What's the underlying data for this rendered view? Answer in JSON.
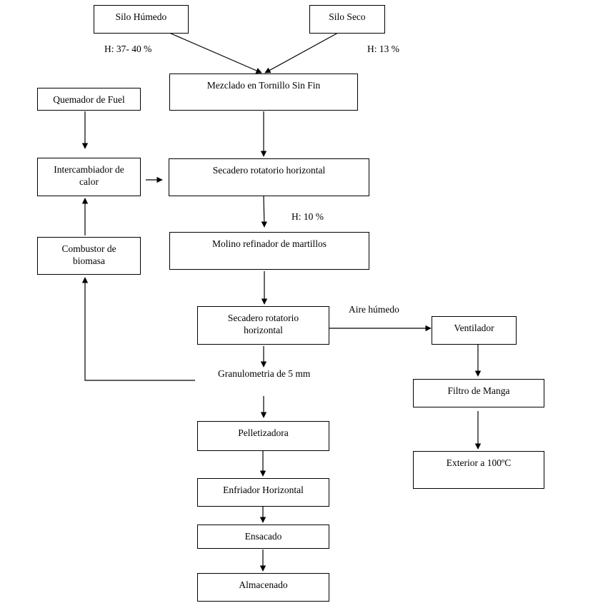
{
  "nodes": {
    "silo_humedo": "Silo Húmedo",
    "silo_seco": "Silo Seco",
    "mezclado": "Mezclado en Tornillo Sin Fin",
    "quemador": "Quemador de Fuel",
    "intercambiador": "Intercambiador de calor",
    "secadero1": "Secadero rotatorio horizontal",
    "combustor": "Combustor de biomasa",
    "molino": "Molino refinador de martillos",
    "secadero2": "Secadero rotatorio horizontal",
    "ventilador": "Ventilador",
    "filtro": "Filtro de Manga",
    "exterior": "Exterior a 100ºC",
    "pelletizadora": "Pelletizadora",
    "enfriador": "Enfriador Horizontal",
    "ensacado": "Ensacado",
    "almacenado": "Almacenado"
  },
  "labels": {
    "h_humedo": "H: 37- 40 %",
    "h_seco": "H: 13 %",
    "h_secadero": "H: 10 %",
    "aire_humedo": "Aire húmedo",
    "granulometria": "Granulometria de 5 mm"
  },
  "colors": {
    "line": "#000000",
    "background": "#ffffff"
  }
}
